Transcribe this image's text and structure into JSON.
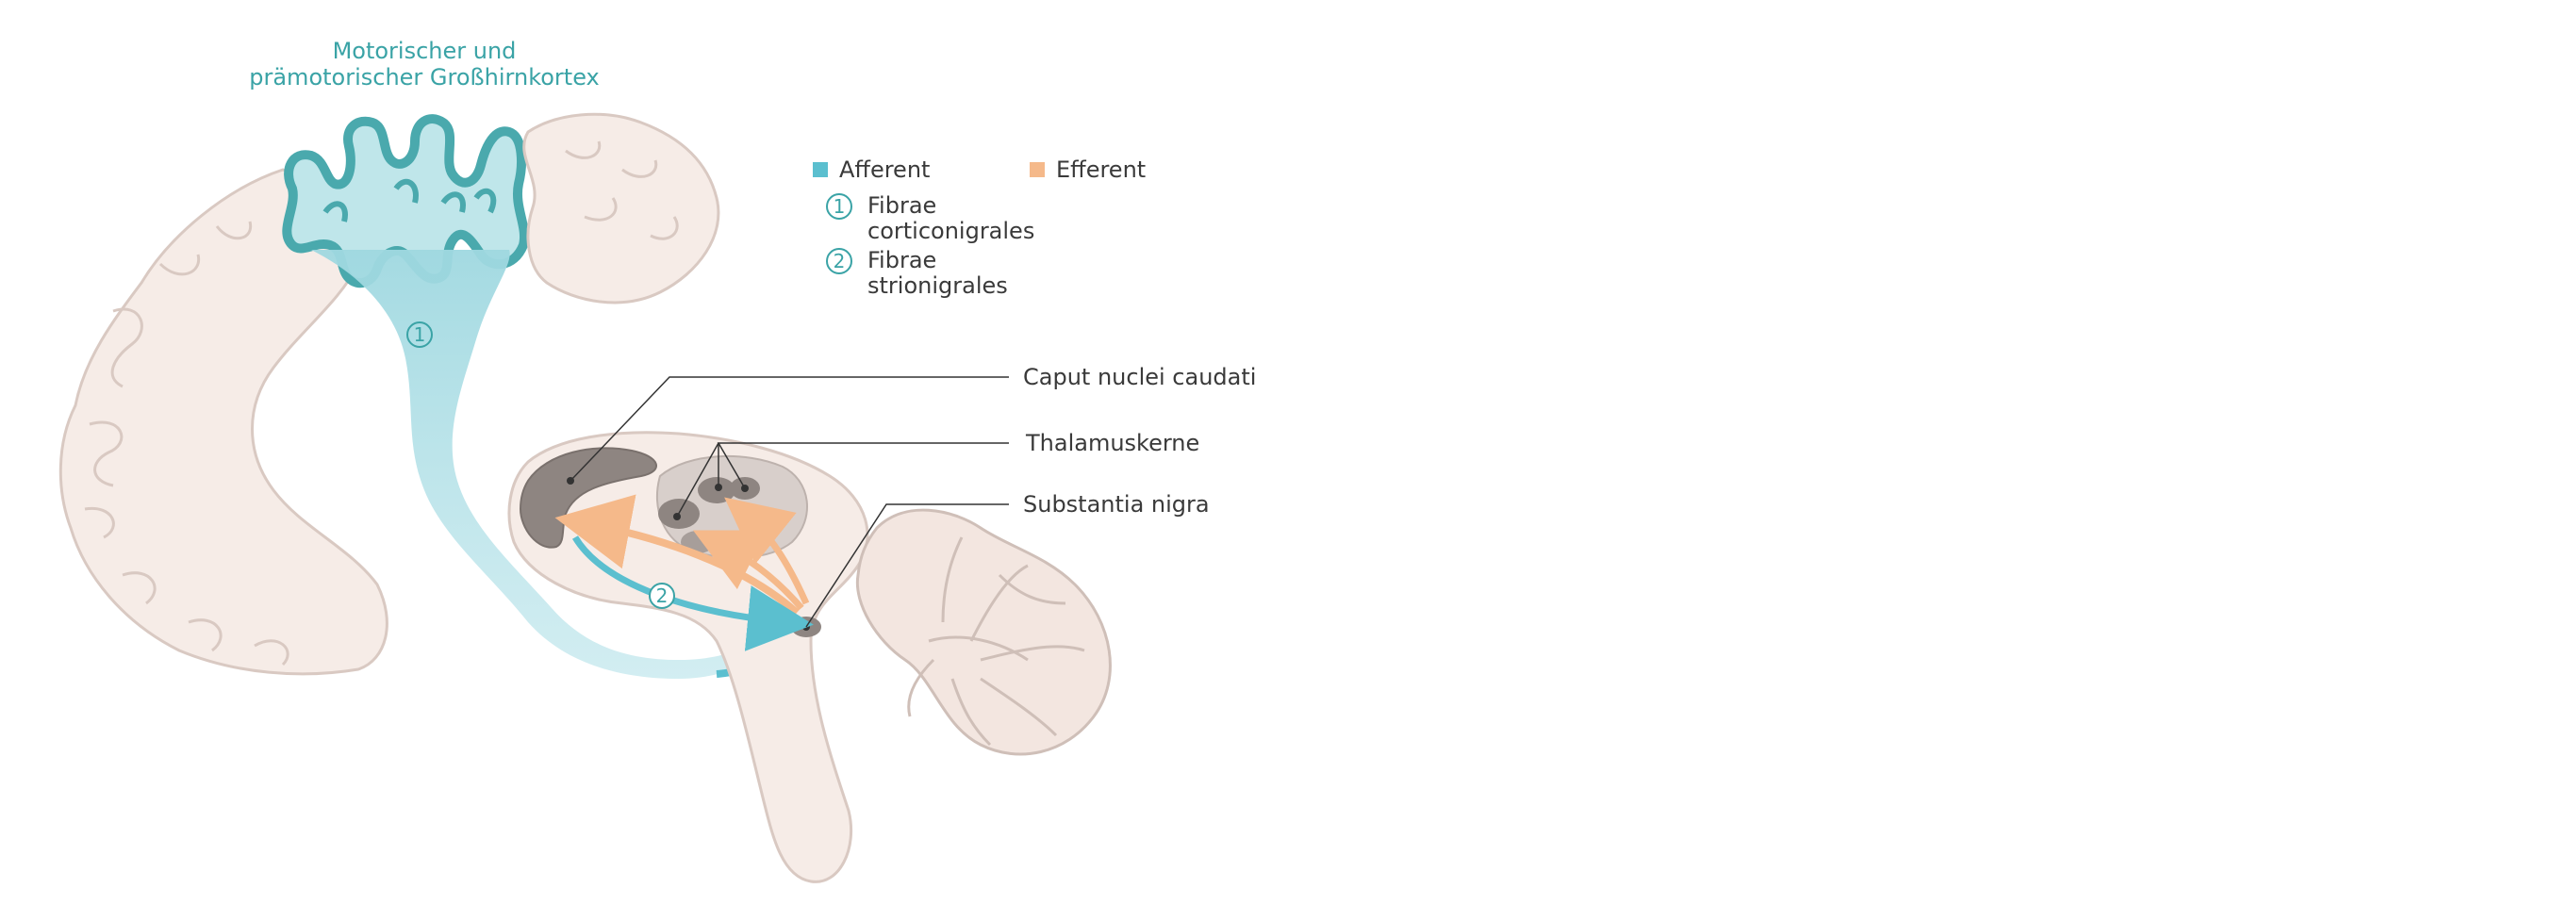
{
  "cortex_title": {
    "line1": "Motorischer und",
    "line2": "prämotorischer Großhirnkortex"
  },
  "legend": {
    "afferent": "Afferent",
    "efferent": "Efferent",
    "items": [
      {
        "number": "1",
        "line1": "Fibrae",
        "line2": "corticonigrales"
      },
      {
        "number": "2",
        "line1": "Fibrae",
        "line2": "strionigrales"
      }
    ]
  },
  "structures": {
    "caudate": "Caput nuclei caudati",
    "thalamus": "Thalamuskerne",
    "nigra": "Substantia nigra"
  },
  "pathway_markers": {
    "p1": "1",
    "p2": "2"
  },
  "colors": {
    "afferent": "#5bbfcf",
    "efferent": "#f5b98a",
    "cortex_teal": "#4aa9ad",
    "tissue": "#f6ece7",
    "tissue_outline": "#d9c9c2",
    "nucleus": "#8a807c"
  }
}
